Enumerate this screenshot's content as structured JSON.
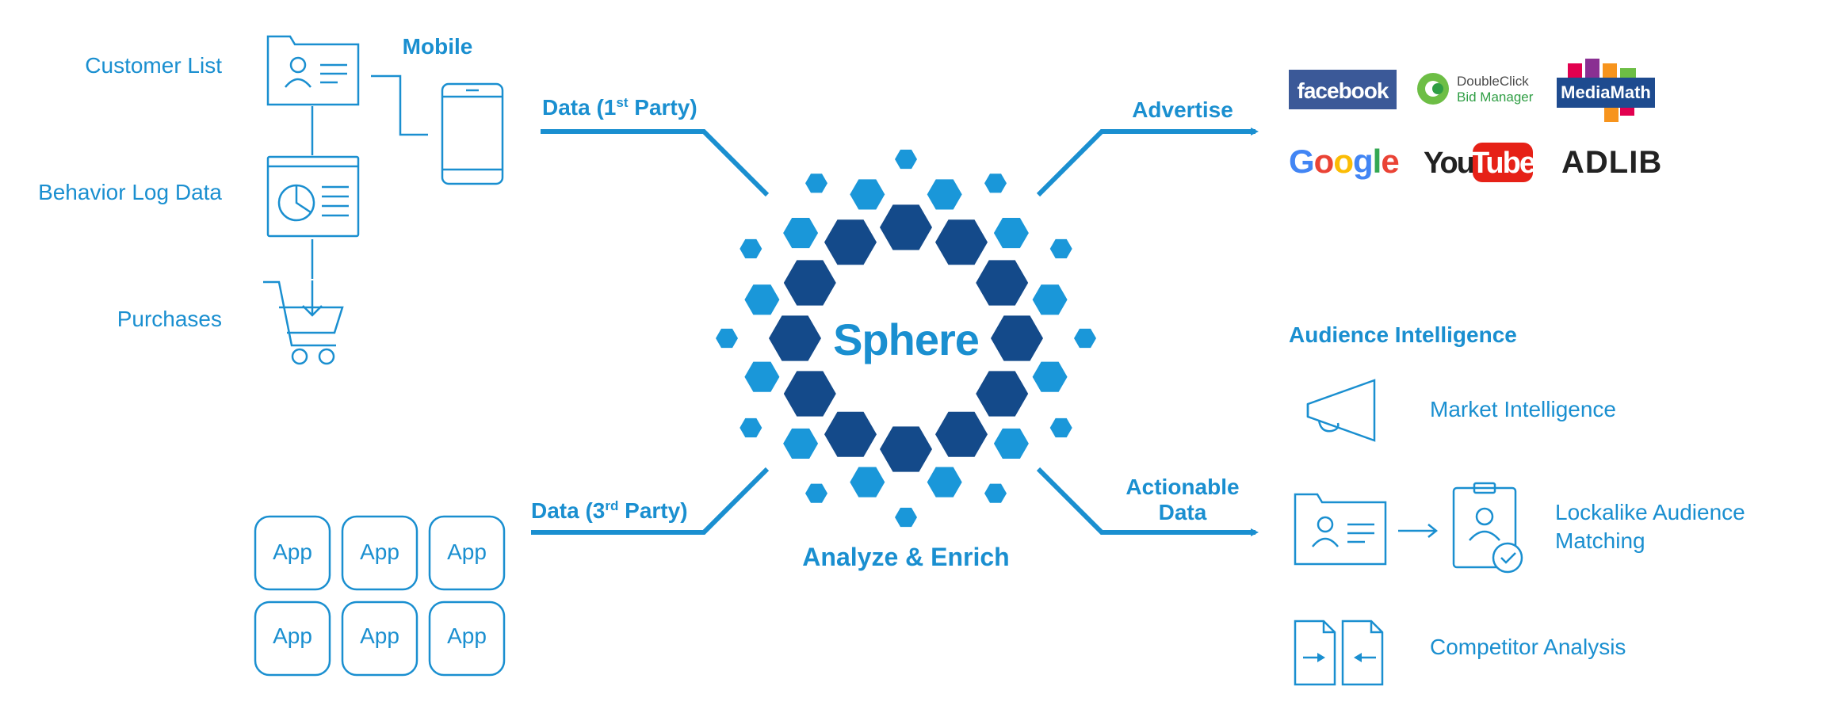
{
  "sources": {
    "customer_list": "Customer List",
    "behavior_log": "Behavior Log Data",
    "purchases": "Purchases",
    "mobile": "Mobile",
    "app_tiles": [
      "App",
      "App",
      "App",
      "App",
      "App",
      "App"
    ]
  },
  "flows": {
    "first_party_main": "Data (1",
    "first_party_sup": "st",
    "first_party_end": " Party)",
    "third_party_main": "Data (3",
    "third_party_sup": "rd",
    "third_party_end": " Party)",
    "advertise": "Advertise",
    "actionable_line1": "Actionable",
    "actionable_line2": "Data"
  },
  "center": {
    "logo_text": "Sphere",
    "caption": "Analyze & Enrich"
  },
  "ad_partners": {
    "facebook": "facebook",
    "doubleclick_line1": "DoubleClick",
    "doubleclick_line2": "Bid Manager",
    "mediamath": "MediaMath",
    "google": [
      "G",
      "o",
      "o",
      "g",
      "l",
      "e"
    ],
    "youtube_you": "You",
    "youtube_tube": "Tube",
    "adlib": "ADLIB"
  },
  "audience": {
    "heading": "Audience Intelligence",
    "market": "Market Intelligence",
    "lookalike_line1": "Lockalike Audience",
    "lookalike_line2": "Matching",
    "competitor": "Competitor Analysis"
  },
  "colors": {
    "accent": "#1a8fd0",
    "hex_dark": "#144a8a",
    "hex_light": "#1a97d9",
    "facebook": "#3b5998",
    "youtube": "#e62117"
  }
}
